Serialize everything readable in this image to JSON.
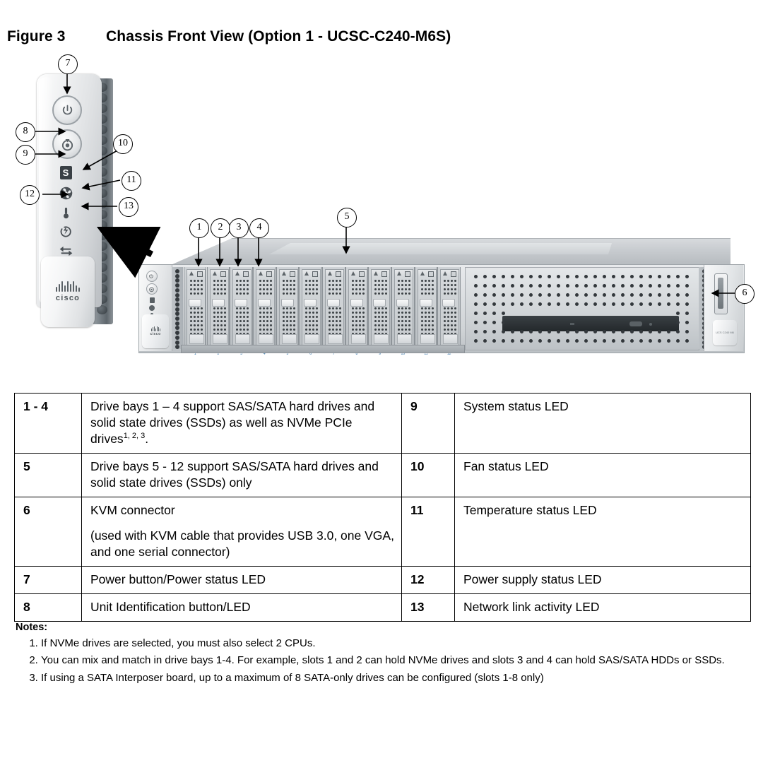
{
  "figure": {
    "label": "Figure 3",
    "title": "Chassis Front View (Option 1 - UCSC-C240-M6S)"
  },
  "callouts": [
    {
      "id": "1",
      "number": "1"
    },
    {
      "id": "2",
      "number": "2"
    },
    {
      "id": "3",
      "number": "3"
    },
    {
      "id": "4",
      "number": "4"
    },
    {
      "id": "5",
      "number": "5"
    },
    {
      "id": "6",
      "number": "6"
    },
    {
      "id": "7",
      "number": "7"
    },
    {
      "id": "8",
      "number": "8"
    },
    {
      "id": "9",
      "number": "9"
    },
    {
      "id": "10",
      "number": "10"
    },
    {
      "id": "11",
      "number": "11"
    },
    {
      "id": "12",
      "number": "12"
    },
    {
      "id": "13",
      "number": "13"
    }
  ],
  "control_panel": {
    "brand": "cisco",
    "icons": [
      {
        "name": "power-button-icon",
        "callout": "7"
      },
      {
        "name": "unit-identification-button-icon",
        "callout": "8"
      },
      {
        "name": "system-status-led-icon",
        "callout": "9",
        "glyph": "S"
      },
      {
        "name": "fan-status-led-icon",
        "callout": "10"
      },
      {
        "name": "temperature-status-led-icon",
        "callout": "11"
      },
      {
        "name": "power-supply-status-led-icon",
        "callout": "12"
      },
      {
        "name": "network-link-activity-led-icon",
        "callout": "13"
      }
    ]
  },
  "chassis": {
    "drive_bay_count": 12,
    "drive_bay_numbers": [
      "1",
      "2",
      "3",
      "4",
      "5",
      "6",
      "7",
      "8",
      "9",
      "10",
      "11",
      "12"
    ],
    "right_ear_label": "UCS C240 M6"
  },
  "legend_table": {
    "rows": [
      {
        "left_num": "1 - 4",
        "left_desc": "Drive bays 1 – 4 support SAS/SATA hard drives and solid state drives (SSDs) as well as NVMe PCIe drives",
        "left_desc_sup": "1, 2, 3",
        "left_desc_tail": ".",
        "right_num": "9",
        "right_desc": "System status LED"
      },
      {
        "left_num": "5",
        "left_desc": "Drive bays 5 - 12 support SAS/SATA hard drives and solid state drives (SSDs) only",
        "right_num": "10",
        "right_desc": "Fan status LED"
      },
      {
        "left_num": "6",
        "left_desc": "KVM connector",
        "left_desc_extra": "(used with KVM cable that provides USB 3.0, one VGA, and one serial connector)",
        "right_num": "11",
        "right_desc": "Temperature status LED"
      },
      {
        "left_num": "7",
        "left_desc": "Power button/Power status LED",
        "right_num": "12",
        "right_desc": "Power supply status LED"
      },
      {
        "left_num": "8",
        "left_desc": "Unit Identification button/LED",
        "right_num": "13",
        "right_desc": "Network link activity LED"
      }
    ]
  },
  "notes": {
    "heading": "Notes:",
    "items": [
      "If NVMe drives are selected, you must also select 2 CPUs.",
      "You can mix and match in drive bays 1-4. For example, slots 1 and 2 can hold NVMe drives and slots 3 and 4 can hold SAS/SATA HDDs or SSDs.",
      "If using a SATA Interposer board, up to a maximum of 8 SATA-only drives can be configured (slots 1-8 only)"
    ]
  }
}
